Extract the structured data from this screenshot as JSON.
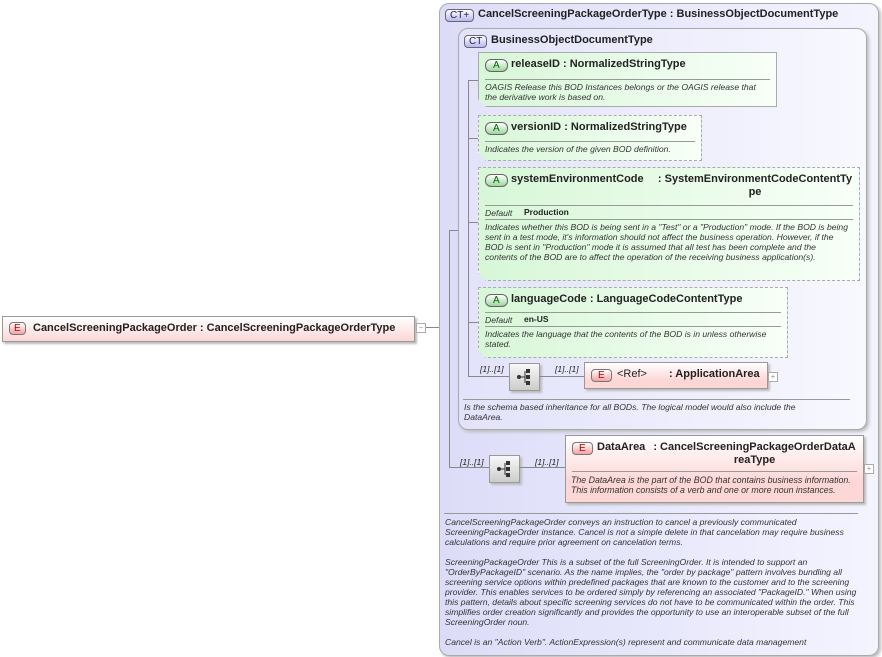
{
  "root": {
    "badge": "E",
    "name": "CancelScreeningPackageOrder",
    "type": ": CancelScreeningPackageOrderType",
    "toggle": "−"
  },
  "outer": {
    "badge": "CT+",
    "name": "CancelScreeningPackageOrderType",
    "type": ": BusinessObjectDocumentType",
    "description": [
      "CancelScreeningPackageOrder conveys an instruction to cancel a previously communicated ScreeningPackageOrder instance. Cancel is not a simple delete in that cancelation may require business calculations and require prior agreement on cancelation terms.",
      "ScreeningPackageOrder  This is a subset of the full ScreeningOrder. It is intended to support an \"OrderByPackageID\" scenario. As the name implies, the \"order by package\" pattern involves bundling all screening service options within predefined packages that are known to the customer and to the screening provider. This enables services to be ordered simply by referencing an associated \"PackageID.\" When using this pattern, details about specific screening services do not have to be communicated within the order. This simplifies order creation significantly and provides the opportunity to use an interoperable subset of the full ScreeningOrder noun.",
      "Cancel is an \"Action Verb\". ActionExpression(s) represent and communicate data management"
    ]
  },
  "inner": {
    "badge": "CT",
    "name": "BusinessObjectDocumentType",
    "description": "Is the schema based inheritance for all BODs. The logical model would also include the DataArea."
  },
  "attributes": [
    {
      "badge": "A",
      "name": "releaseID",
      "type": ": NormalizedStringType",
      "description": "OAGIS Release this BOD Instances belongs or the OAGIS release that the derivative work is based on."
    },
    {
      "badge": "A",
      "name": "versionID",
      "type": ": NormalizedStringType",
      "description": "Indicates the version of the given BOD definition."
    },
    {
      "badge": "A",
      "name": "systemEnvironmentCode",
      "type": ": SystemEnvironmentCodeContentType",
      "default_label": "Default",
      "default": "Production",
      "description": "Indicates whether this BOD is being sent in a \"Test\" or a \"Production\" mode. If the BOD is being sent in a test mode, it's information should not affect the business operation. However, if the BOD is sent in \"Production\" mode it is assumed that all test has been complete and the contents of the BOD are to affect the operation of the receiving business application(s)."
    },
    {
      "badge": "A",
      "name": "languageCode",
      "type": ": LanguageCodeContentType",
      "default_label": "Default",
      "default": "en-US",
      "description": "Indicates the language that the contents of the BOD is in unless otherwise stated."
    }
  ],
  "appArea": {
    "seq_card": "[1]..[1]",
    "card": "[1]..[1]",
    "badge": "E",
    "name": "<Ref>",
    "type": ": ApplicationArea",
    "toggle": "+"
  },
  "dataArea": {
    "seq_card": "[1]..[1]",
    "card": "[1]..[1]",
    "badge": "E",
    "name": "DataArea",
    "type": ": CancelScreeningPackageOrderDataAreaType",
    "description": "The DataArea is the part of the BOD that contains business information. This information consists of a verb and one or more noun instances.",
    "toggle": "+"
  },
  "colors": {
    "element": "#fdd6d6",
    "attribute": "#d7f7d7",
    "complexType": "#e4e4fb"
  }
}
